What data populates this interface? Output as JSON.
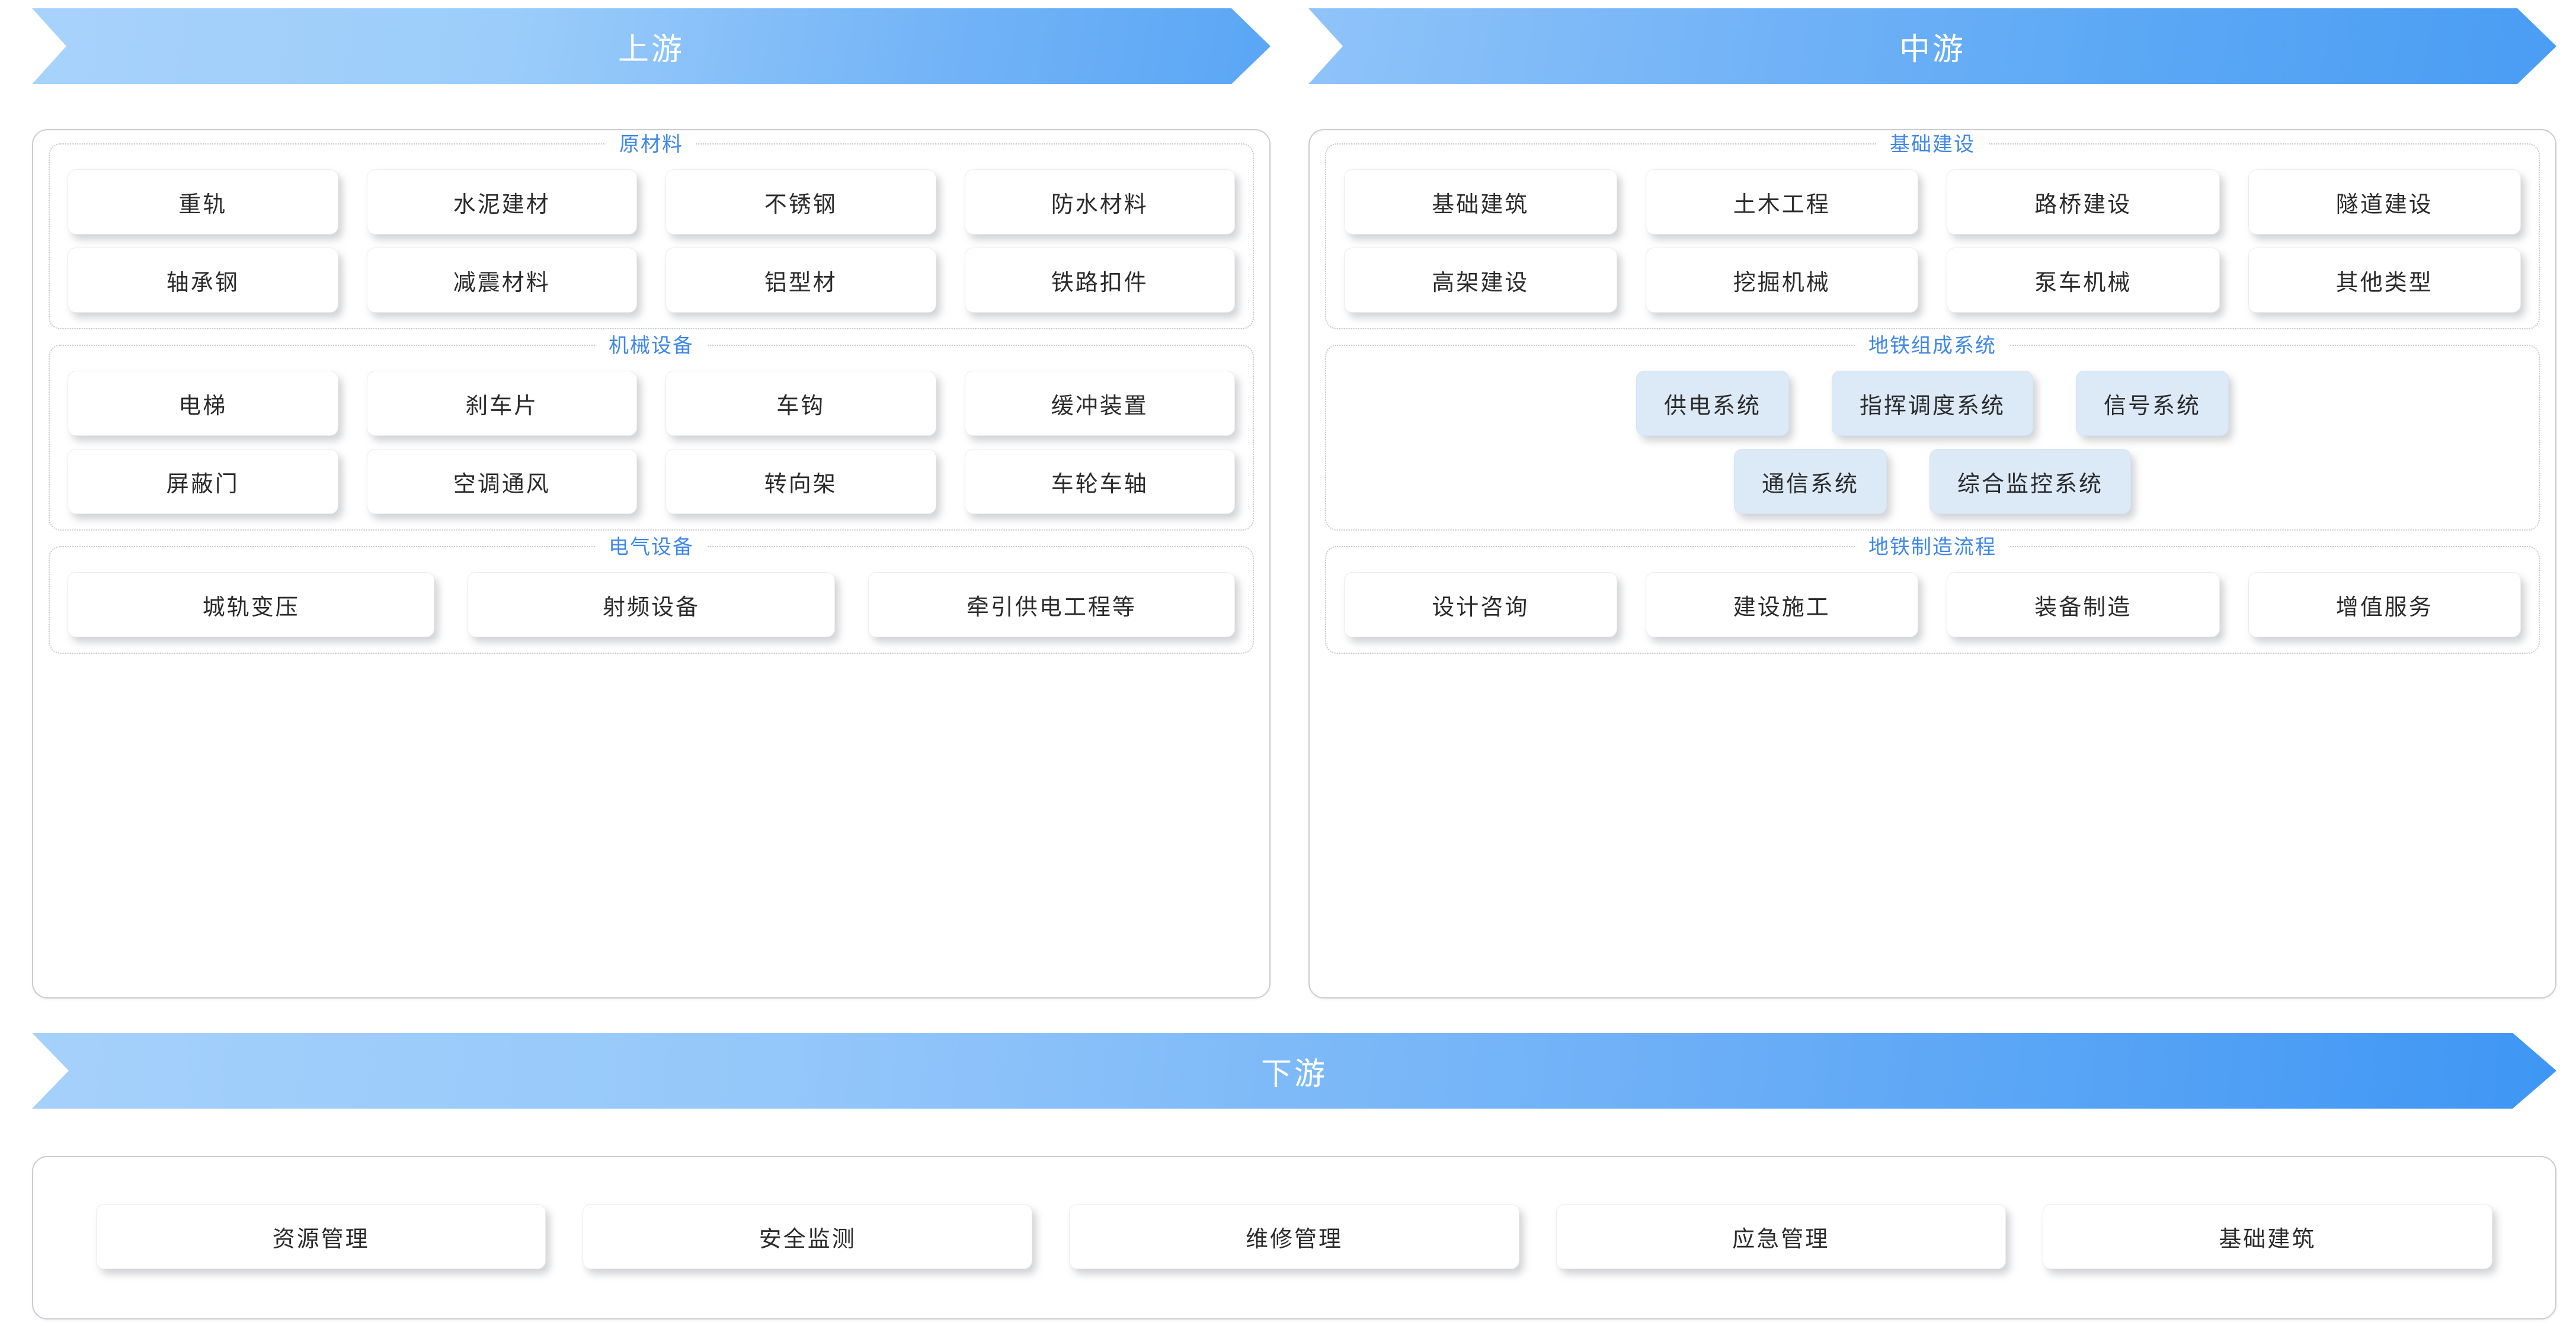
{
  "diagram": {
    "title_upstream": "上游",
    "title_midstream": "中游",
    "title_downstream": "下游",
    "accent_color": "#3f87e8",
    "banner_color_upstream": "#9ccdfa",
    "banner_color_midstream": "#5aa7f5",
    "banner_color_downstream": "#3e96f4",
    "tint_box_color": "#dce9f7"
  },
  "upstream": {
    "groups": [
      {
        "title": "原材料",
        "rows": [
          [
            "重轨",
            "水泥建材",
            "不锈钢",
            "防水材料"
          ],
          [
            "轴承钢",
            "减震材料",
            "铝型材",
            "铁路扣件"
          ]
        ]
      },
      {
        "title": "机械设备",
        "rows": [
          [
            "电梯",
            "刹车片",
            "车钩",
            "缓冲装置"
          ],
          [
            "屏蔽门",
            "空调通风",
            "转向架",
            "车轮车轴"
          ]
        ]
      },
      {
        "title": "电气设备",
        "rows": [
          [
            "城轨变压",
            "射频设备",
            "牵引供电工程等"
          ]
        ]
      }
    ]
  },
  "midstream": {
    "groups": [
      {
        "title": "基础建设",
        "rows": [
          [
            "基础建筑",
            "土木工程",
            "路桥建设",
            "隧道建设"
          ],
          [
            "高架建设",
            "挖掘机械",
            "泵车机械",
            "其他类型"
          ]
        ]
      },
      {
        "title": "地铁组成系统",
        "rows": [
          [
            "供电系统",
            "指挥调度系统",
            "信号系统"
          ],
          [
            "通信系统",
            "综合监控系统"
          ]
        ]
      },
      {
        "title": "地铁制造流程",
        "rows": [
          [
            "设计咨询",
            "建设施工",
            "装备制造",
            "增值服务"
          ]
        ]
      }
    ]
  },
  "downstream": {
    "items": [
      "资源管理",
      "安全监测",
      "维修管理",
      "应急管理",
      "基础建筑"
    ]
  }
}
